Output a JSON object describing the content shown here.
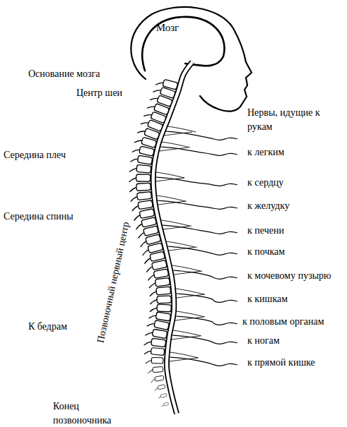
{
  "diagram": {
    "labels": [
      "Мозг",
      "Основание мозга",
      "Центр шеи",
      "Нервы, идущие к рукам",
      "Середина плеч",
      "к легким",
      "к сердцу",
      "к желудку",
      "Середина спины",
      "к печени",
      "к почкам",
      "Позвоночный нервный центр",
      "к мочевому пузырю",
      "к кишкам",
      "к половым органам",
      "К бедрам",
      "к ногам",
      "к прямой кишке",
      "Конец позвоночника"
    ]
  }
}
